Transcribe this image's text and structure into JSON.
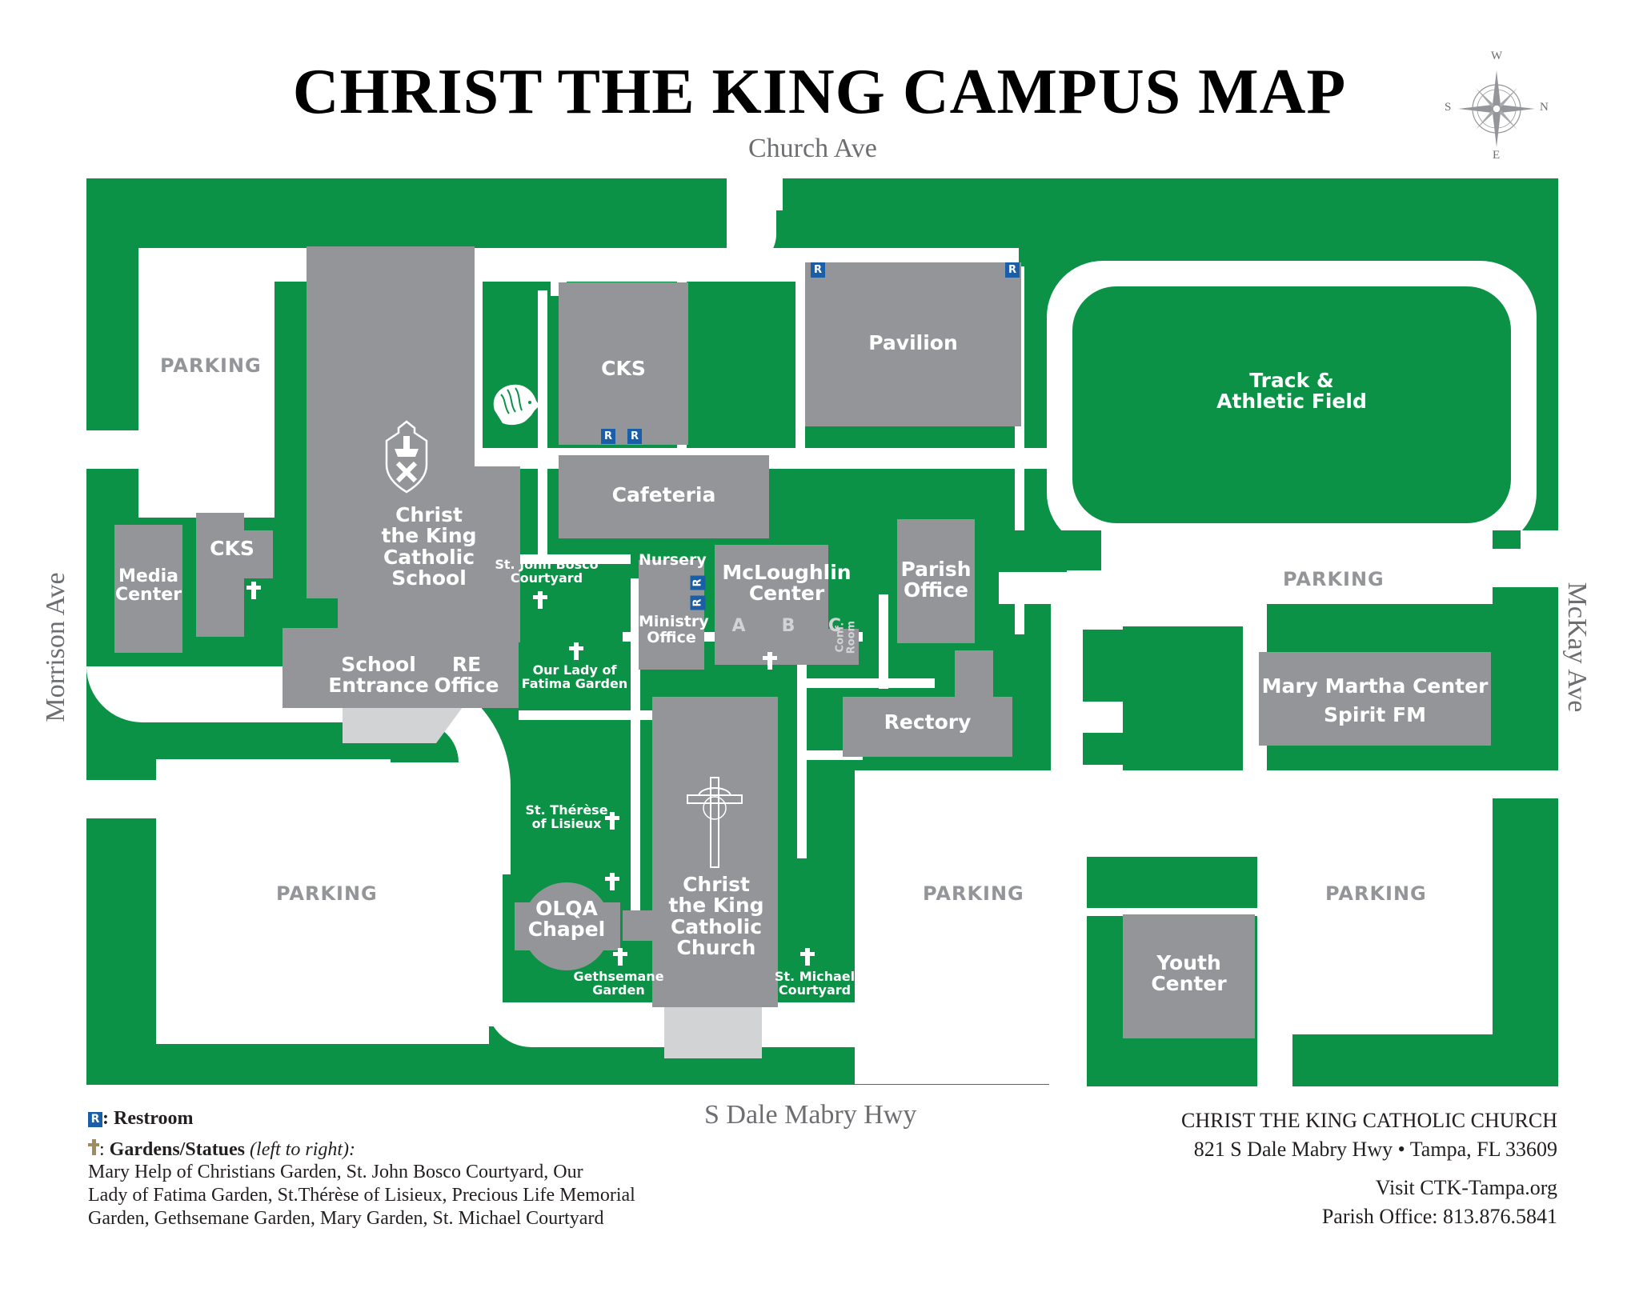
{
  "title": "CHRIST THE KING CAMPUS MAP",
  "compass": {
    "icon": "compass-rose-icon",
    "n": "N",
    "s": "S",
    "e": "E",
    "w": "W"
  },
  "streets": {
    "north": "Church Ave",
    "south": "S Dale Mabry Hwy",
    "west": "Morrison Ave",
    "east": "McKay Ave"
  },
  "colors": {
    "grass": "#0c9246",
    "building": "#939598",
    "road": "#ffffff",
    "restroom": "#1a5ea8",
    "entry": "#d1d3d4"
  },
  "buildings": {
    "cks_north": "CKS",
    "pavilion": "Pavilion",
    "track": [
      "Track &",
      "Athletic Field"
    ],
    "school": [
      "Christ",
      "the King",
      "Catholic",
      "School"
    ],
    "cks_west": "CKS",
    "media_center": [
      "Media",
      "Center"
    ],
    "school_entrance": [
      "School",
      "Entrance"
    ],
    "re_office": [
      "RE",
      "Office"
    ],
    "cafeteria": "Cafeteria",
    "nursery": "Nursery",
    "ministry_office": [
      "Ministry",
      "Office"
    ],
    "mcloughlin": [
      "McLoughlin",
      "Center"
    ],
    "mcloughlin_rooms": [
      "A",
      "B",
      "C"
    ],
    "conf_room": [
      "Conf.",
      "Room"
    ],
    "parish_office": [
      "Parish",
      "Office"
    ],
    "rectory": "Rectory",
    "mary_martha": [
      "Mary Martha Center",
      "Spirit FM"
    ],
    "church": [
      "Christ",
      "the King",
      "Catholic",
      "Church"
    ],
    "olqa_chapel": [
      "OLQA",
      "Chapel"
    ],
    "youth_center": [
      "Youth",
      "Center"
    ]
  },
  "gardens": {
    "john_bosco": [
      "St. John Bosco",
      "Courtyard"
    ],
    "fatima": [
      "Our Lady of",
      "Fatima Garden"
    ],
    "therese": [
      "St. Thérèse",
      "of Lisieux"
    ],
    "gethsemane": [
      "Gethsemane",
      "Garden"
    ],
    "michael": [
      "St. Michael",
      "Courtyard"
    ]
  },
  "parking_label": "PARKING",
  "restroom_badge": "R",
  "legend": {
    "restroom_badge": "R",
    "restroom_label": ": Restroom",
    "gardens_prefix": ": ",
    "gardens_label": "Gardens/Statues",
    "gardens_note": "(left to right):",
    "gardens_list": [
      "Mary Help of Christians Garden, St. John Bosco Courtyard, Our",
      "Lady of Fatima Garden, St.Thérèse of Lisieux, Precious Life Memorial",
      "Garden, Gethsemane Garden, Mary Garden, St. Michael Courtyard"
    ]
  },
  "contact": {
    "name": "CHRIST THE KING CATHOLIC CHURCH",
    "address": "821 S Dale Mabry Hwy • Tampa, FL 33609",
    "website": "Visit CTK-Tampa.org",
    "phone": "Parish Office: 813.876.5841"
  }
}
